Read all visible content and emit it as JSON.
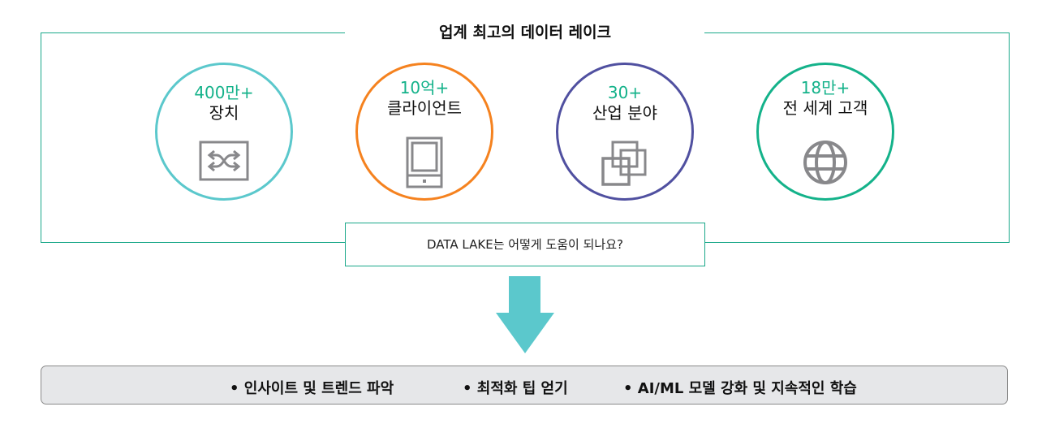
{
  "title": "업계 최고의 데이터 레이크",
  "stats": [
    {
      "value": "400만+",
      "label": "장치",
      "icon": "network-switch-icon",
      "color": "#5bc8cc"
    },
    {
      "value": "10억+",
      "label": "클라이언트",
      "icon": "tablet-icon",
      "color": "#f5821f"
    },
    {
      "value": "30+",
      "label": "산업 분야",
      "icon": "overlapping-squares-icon",
      "color": "#5050a0"
    },
    {
      "value": "18만+",
      "label": "전 세계 고객",
      "icon": "globe-icon",
      "color": "#14b28a"
    }
  ],
  "question": "DATA LAKE는 어떻게 도움이 되나요?",
  "benefits": [
    "• 인사이트 및 트렌드 파악",
    "• 최적화 팁 얻기",
    "• AI/ML 모델 강화 및 지속적인 학습"
  ],
  "colors": {
    "frame": "#1aa88a",
    "arrow": "#5bc8cc",
    "accent": "#14b28a",
    "icon": "#88888b"
  }
}
